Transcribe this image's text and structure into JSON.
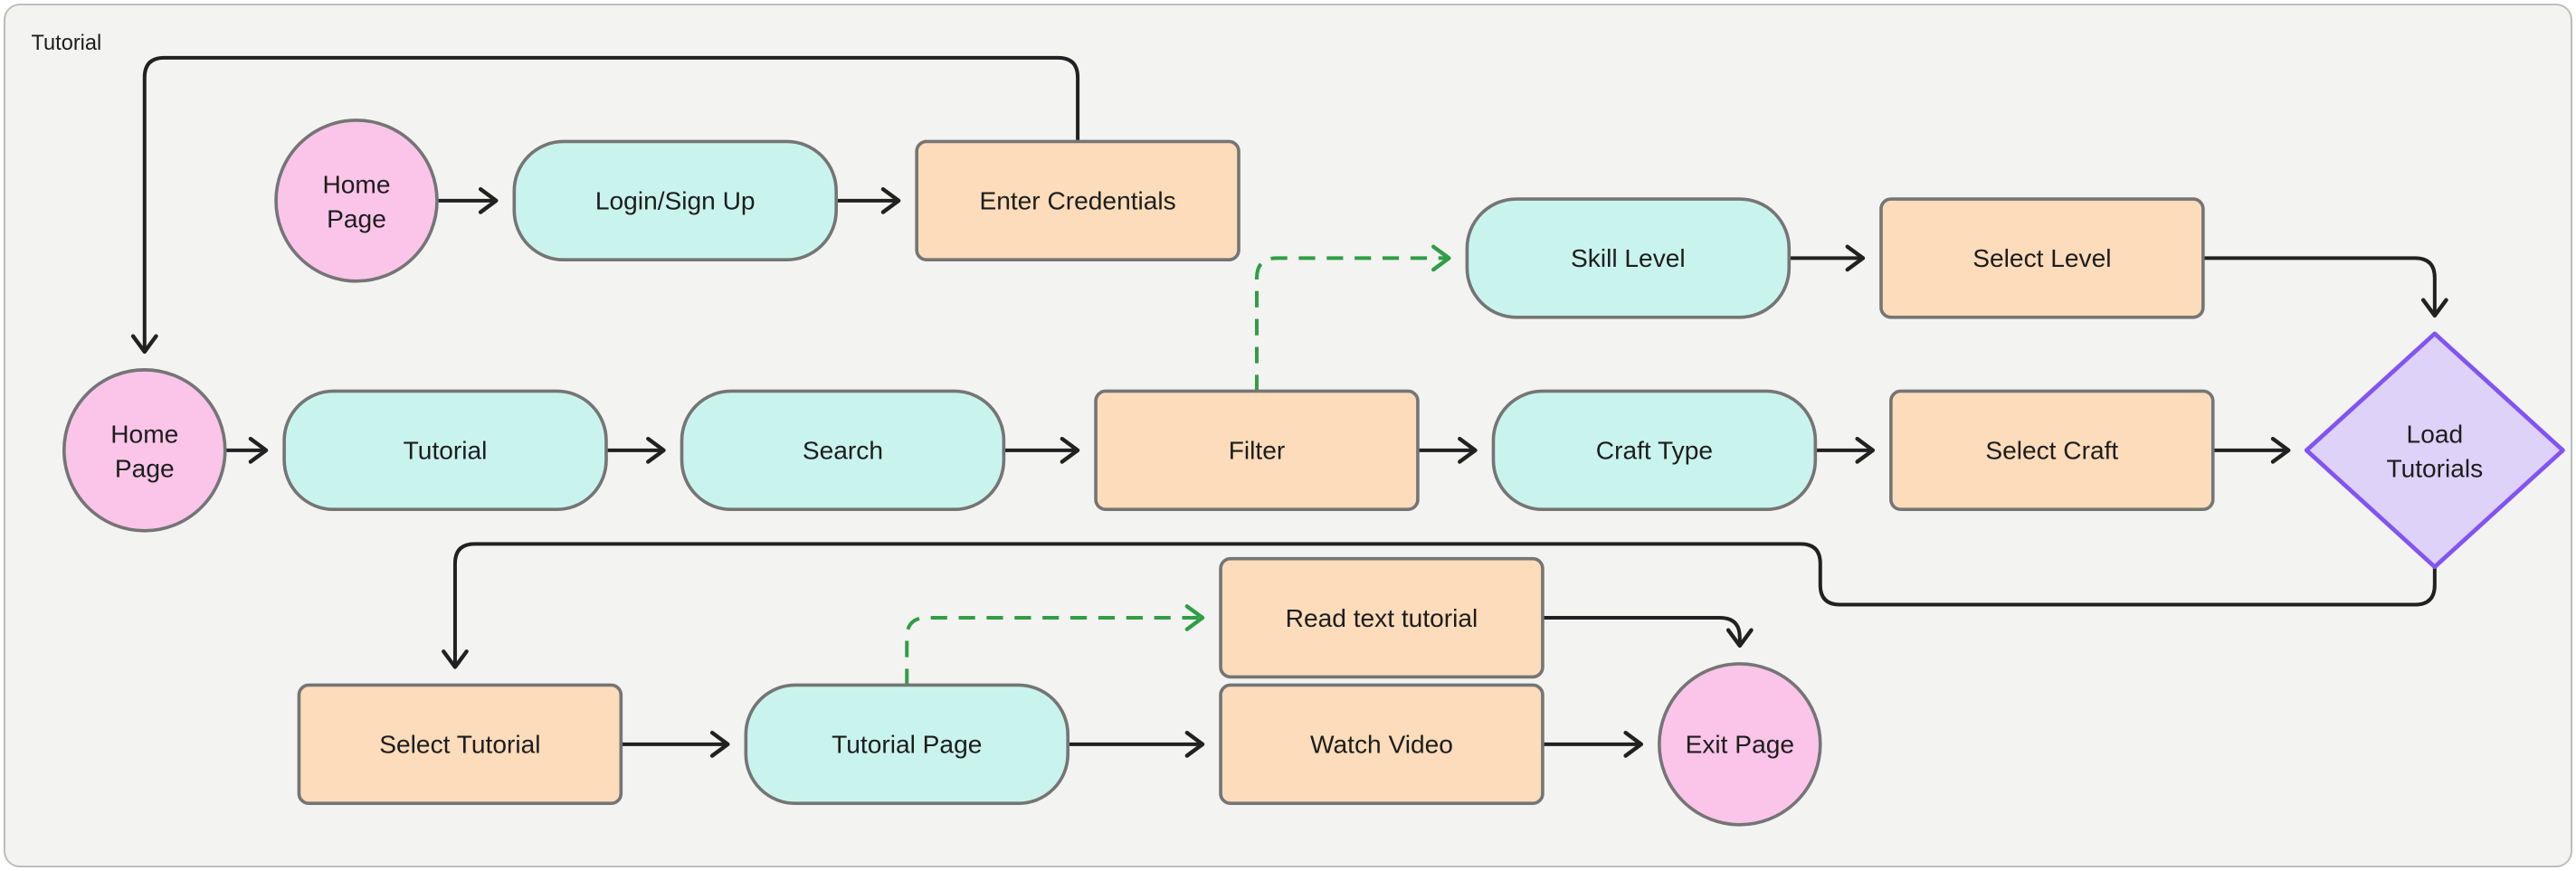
{
  "canvas": {
    "title": "Tutorial"
  },
  "colors": {
    "terminator_fill": "#fac5e9",
    "action_fill": "#c9f4ed",
    "process_fill": "#fcdcba",
    "decision_fill": "#ded2f8",
    "decision_stroke": "#8254f2",
    "shape_stroke": "#757575",
    "connector": "#212121",
    "connector_alt": "#2f9e44",
    "text": "#1d1d1d",
    "canvas_bg": "#f3f3f2",
    "canvas_border": "#bdbdbd",
    "page_bg": "#ffffff"
  },
  "nodes": {
    "home_page_top": {
      "shape": "circle",
      "line1": "Home",
      "line2": "Page"
    },
    "login_sign_up": {
      "shape": "rounded",
      "label": "Login/Sign Up"
    },
    "enter_credentials": {
      "shape": "rect",
      "label": "Enter Credentials"
    },
    "skill_level": {
      "shape": "rounded",
      "label": "Skill Level"
    },
    "select_level": {
      "shape": "rect",
      "label": "Select Level"
    },
    "home_page_main": {
      "shape": "circle",
      "line1": "Home",
      "line2": "Page"
    },
    "tutorial": {
      "shape": "rounded",
      "label": "Tutorial"
    },
    "search": {
      "shape": "rounded",
      "label": "Search"
    },
    "filter": {
      "shape": "rect",
      "label": "Filter"
    },
    "craft_type": {
      "shape": "rounded",
      "label": "Craft Type"
    },
    "select_craft": {
      "shape": "rect",
      "label": "Select Craft"
    },
    "load_tutorials": {
      "shape": "diamond",
      "line1": "Load",
      "line2": "Tutorials"
    },
    "select_tutorial": {
      "shape": "rect",
      "label": "Select Tutorial"
    },
    "tutorial_page": {
      "shape": "rounded",
      "label": "Tutorial Page"
    },
    "read_text_tutorial": {
      "shape": "rect",
      "label": "Read text tutorial"
    },
    "watch_video": {
      "shape": "rect",
      "label": "Watch Video"
    },
    "exit_page": {
      "shape": "circle",
      "label": "Exit Page"
    }
  }
}
